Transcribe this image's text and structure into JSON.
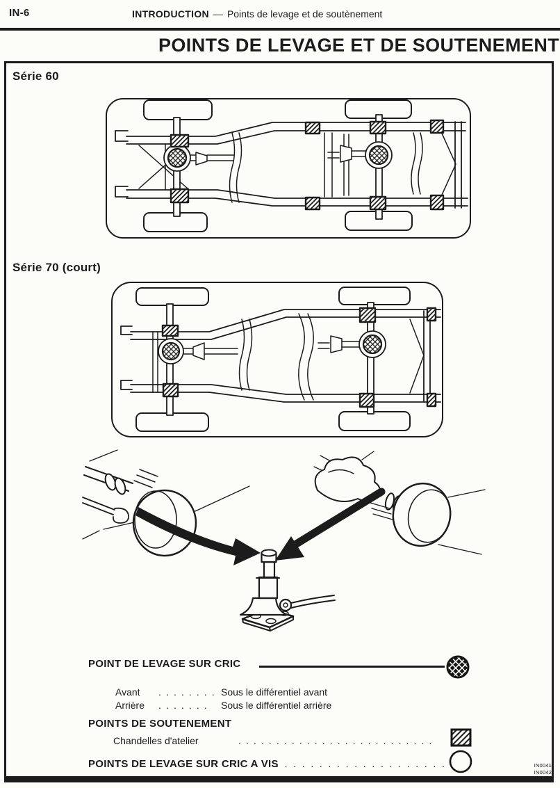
{
  "colors": {
    "paper": "#fcfcf9",
    "ink": "#1c1c1c"
  },
  "header": {
    "page_number": "IN-6",
    "section": "INTRODUCTION",
    "separator": "—",
    "subtitle": "Points de levage et de soutènement"
  },
  "title": "POINTS DE LEVAGE ET DE SOUTENEMENT",
  "figures": {
    "serie60": {
      "label": "Série 60"
    },
    "serie70": {
      "label": "Série 70 (court)"
    }
  },
  "legend": {
    "lift_point": {
      "heading": "POINT DE LEVAGE SUR CRIC",
      "icon": "crosshatch-circle-icon",
      "rows": [
        {
          "term": "Avant",
          "dots": ". . . . . . . .",
          "desc": "Sous le différentiel avant"
        },
        {
          "term": "Arrière",
          "dots": ". . . . . . .",
          "desc": "Sous le différentiel arrière"
        }
      ]
    },
    "support": {
      "heading": "POINTS DE SOUTENEMENT",
      "item": "Chandelles d'atelier",
      "dots": ". . . . . . . . . . . . . . . . . . . . . . . . . .",
      "icon": "diagonal-hatch-square-icon"
    },
    "screw_jack": {
      "heading": "POINTS DE LEVAGE SUR CRIC A VIS",
      "dots": ". . . . . . . . . . . . . . . . . . . .",
      "icon": "open-circle-icon"
    }
  },
  "footnote": {
    "codes": [
      "IN0041",
      "IN0042"
    ]
  }
}
